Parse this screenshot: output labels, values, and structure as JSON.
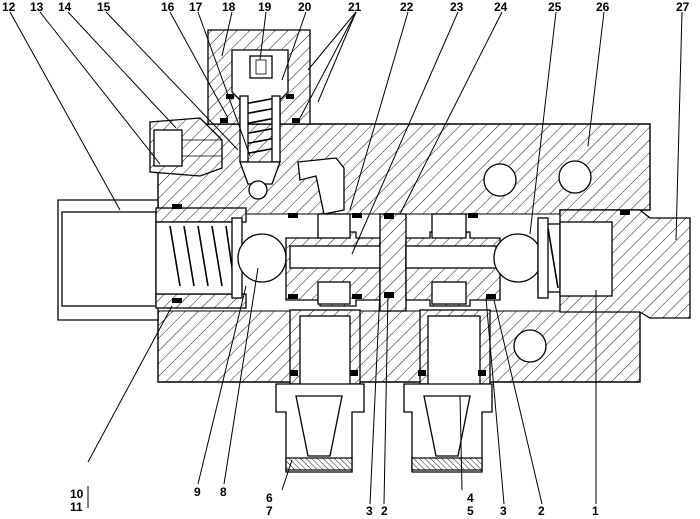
{
  "callouts_top": [
    "12",
    "13",
    "14",
    "15",
    "16",
    "17",
    "18",
    "19",
    "20",
    "21",
    "22",
    "23",
    "24",
    "25",
    "26",
    "27"
  ],
  "callouts_bottom": [
    "10",
    "11",
    "9",
    "8",
    "6",
    "7",
    "3",
    "2",
    "4",
    "5",
    "3",
    "2",
    "1"
  ]
}
